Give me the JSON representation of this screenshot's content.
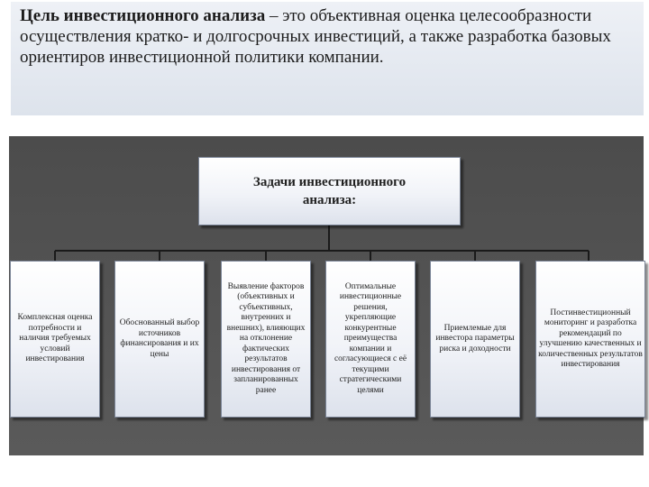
{
  "header": {
    "lead": "Цель инвестиционного анализа",
    "rest": " – это объективная оценка целесообразности осуществления кратко- и долгосрочных инвестиций, а также разработка базовых ориентиров инвестиционной политики компании."
  },
  "diagram": {
    "root": "Задачи инвестиционного анализа:",
    "tasks": [
      "Комплексная оценка потребности и наличия требуемых условий инвестирования",
      "Обоснованный выбор источников финансирования и их цены",
      "Выявление факторов (объективных и субъективных, внутренних и внешних), влияющих на отклонение фактических результатов инвестирования от запланированных ранее",
      "Оптимальные инвестиционные решения, укрепляющие конкурентные преимущества компании и согласующиеся с её текущими стратегическими целями",
      "Приемлемые для инвестора параметры риска и доходности",
      "Постинвестиционный мониторинг и разработка рекомендаций по улучшению качественных и количественных результатов инвестирования"
    ]
  }
}
